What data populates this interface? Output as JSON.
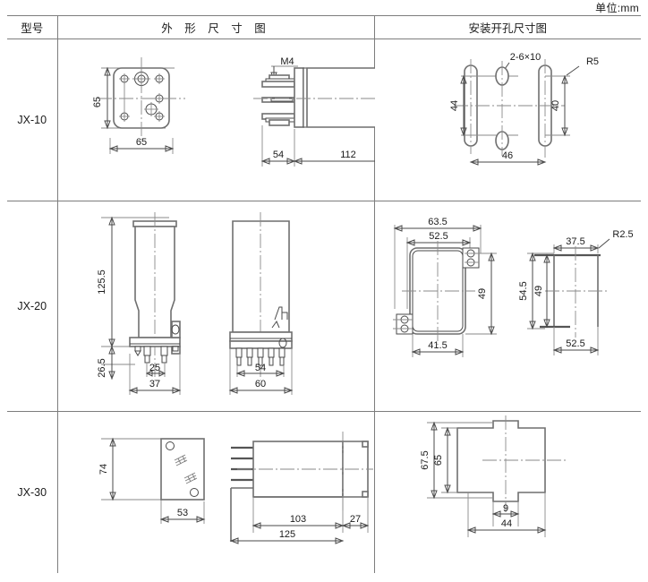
{
  "unit_note": "单位:mm",
  "table": {
    "headers": {
      "model": "型号",
      "outline": "外 形 尺 寸 图",
      "mounting": "安装开孔尺寸图"
    },
    "rows": [
      {
        "model": "JX-10",
        "outline_dims": {
          "front_height": "65",
          "front_width": "65",
          "thread": "M4",
          "side_front_len": "54",
          "side_body_len": "112"
        },
        "mounting_dims": {
          "slot_note": "2-6×10",
          "radius": "R5",
          "left_slot_height": "44",
          "right_slot_height": "40",
          "slot_spacing": "46"
        }
      },
      {
        "model": "JX-20",
        "outline_dims": {
          "total_height": "125.5",
          "base_height": "26.5",
          "pin_spacing": "25",
          "base_width": "37",
          "side_pin_span": "54",
          "side_width": "60"
        },
        "mounting_dims": {
          "outer_width": "63.5",
          "cut_width": "52.5",
          "cut_height": "49",
          "inner_width": "41.5",
          "right_top": "37.5",
          "radius": "R2.5",
          "right_outer_height": "54.5",
          "right_inner_height": "49",
          "right_width": "52.5"
        }
      },
      {
        "model": "JX-30",
        "outline_dims": {
          "front_height": "74",
          "front_width": "53",
          "body_len": "103",
          "tail_len": "27",
          "total_len": "125"
        },
        "mounting_dims": {
          "outer_height": "67.5",
          "inner_height": "65",
          "notch_width": "9",
          "total_width": "44"
        }
      }
    ]
  }
}
